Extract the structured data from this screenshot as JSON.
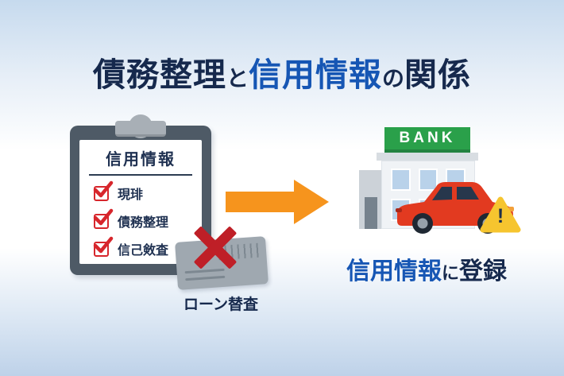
{
  "title": {
    "part1": "債務整理",
    "part2": "と",
    "part3": "信用情報",
    "part4": "の",
    "part5": "関係"
  },
  "clipboard": {
    "header": "信用情報",
    "items": [
      "現琲",
      "債務整理",
      "信己㪘査"
    ]
  },
  "credit_card": {
    "label": "ローン替査"
  },
  "bank": {
    "sign": "BANK"
  },
  "warning": {
    "mark": "!"
  },
  "caption": {
    "part1": "信用情報",
    "part2": "に",
    "part3": "登録"
  },
  "colors": {
    "navy": "#16294d",
    "blue": "#1656b4",
    "orange": "#f6941d",
    "check_red": "#d7262c",
    "x_red": "#bf1f27",
    "bank_green": "#2aa04a",
    "car_red": "#e23a20",
    "warning_yellow": "#f6c52f"
  }
}
